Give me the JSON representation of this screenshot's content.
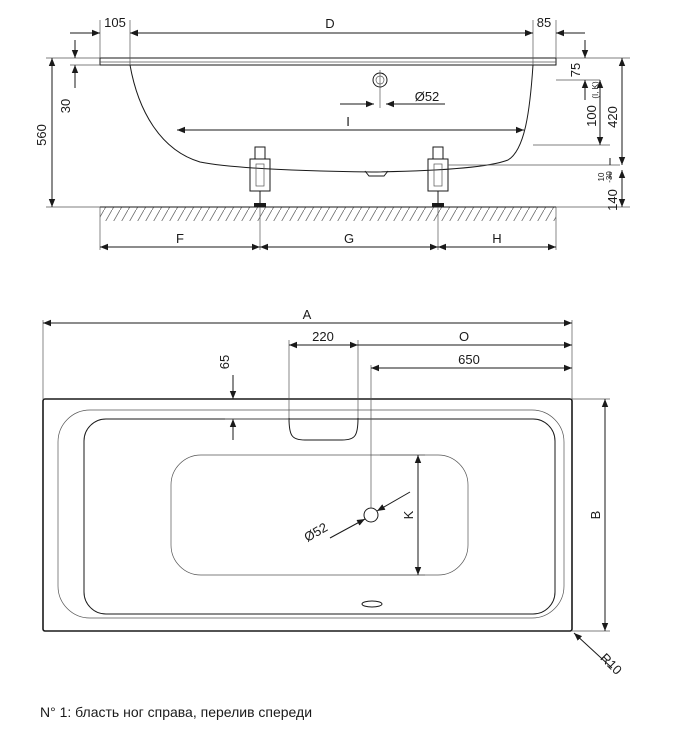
{
  "side_view": {
    "dims": {
      "d105": "105",
      "D": "D",
      "d85": "85",
      "d75": "75",
      "dia52": "Ø52",
      "I": "I",
      "d30": "30",
      "d560": "560",
      "d100": "100",
      "d100_note": "(I, K)",
      "d420": "420",
      "d10_30": "10\n-30",
      "d140": "140",
      "F": "F",
      "G": "G",
      "H": "H"
    }
  },
  "top_view": {
    "dims": {
      "A": "A",
      "d220": "220",
      "O": "O",
      "d650": "650",
      "d65": "65",
      "dia52": "Ø52",
      "K": "K",
      "B": "B",
      "R10": "R10"
    }
  },
  "caption": "N° 1: бласть ног справа, перелив спереди"
}
